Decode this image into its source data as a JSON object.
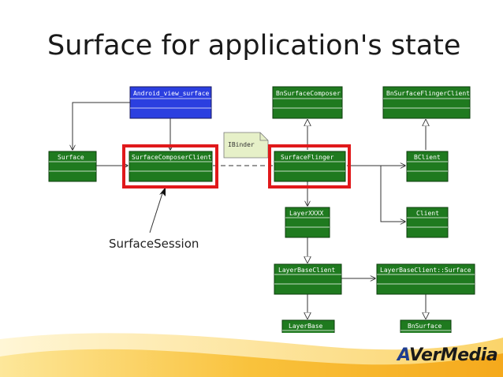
{
  "slide": {
    "title": "Surface for application's state",
    "callout": "SurfaceSession",
    "logo_prefix": "A",
    "logo_rest": "VerMedia"
  },
  "colors": {
    "class_box": "#1f7a1f",
    "interface_box": "#2b3fe0",
    "highlight": "#e0191b",
    "note": "#e6f0c8"
  },
  "diagram": {
    "classes": {
      "android_view_surface": "Android_view_surface",
      "bn_surface_composer": "BnSurfaceComposer",
      "bn_surface_flinger_client": "BnSurfaceFlingerClient",
      "surface": "Surface",
      "surface_composer_client": "SurfaceComposerClient",
      "surface_flinger": "SurfaceFlinger",
      "bclient": "BClient",
      "layer_xxxx": "LayerXXXX",
      "client": "Client",
      "layer_base_client": "LayerBaseClient",
      "layer_base_client_surface": "LayerBaseClient::Surface",
      "layer_base": "LayerBase",
      "bn_surface": "BnSurface"
    },
    "note": "IBinder"
  }
}
